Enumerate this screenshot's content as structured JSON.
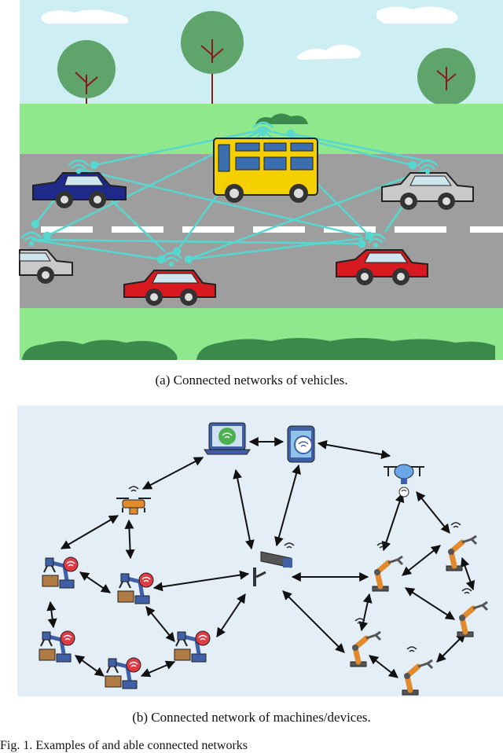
{
  "panels": {
    "a": {
      "caption": "(a) Connected networks of vehicles."
    },
    "b": {
      "caption": "(b) Connected network of machines/devices."
    }
  },
  "figure_text": "Fig. 1.   Examples of   and     able   connected   networks",
  "colors": {
    "sky": "#cdeef2",
    "grass": "#8fe88c",
    "road": "#9e9e9e",
    "link": "#56d7cf",
    "bus": "#f5d000",
    "car_blue": "#1d2a8a",
    "car_red": "#d71920",
    "car_grey": "#c9c9c9",
    "panel_b_bg": "#e4eef6",
    "arrow": "#111111"
  },
  "icons": {
    "vehicle_signal": "wifi-icon",
    "machine_signal": "wifi-icon",
    "laptop": "laptop-icon",
    "phone": "smartphone-icon",
    "drone": "drone-icon",
    "camera": "security-camera-icon",
    "robot": "robot-arm-icon"
  }
}
